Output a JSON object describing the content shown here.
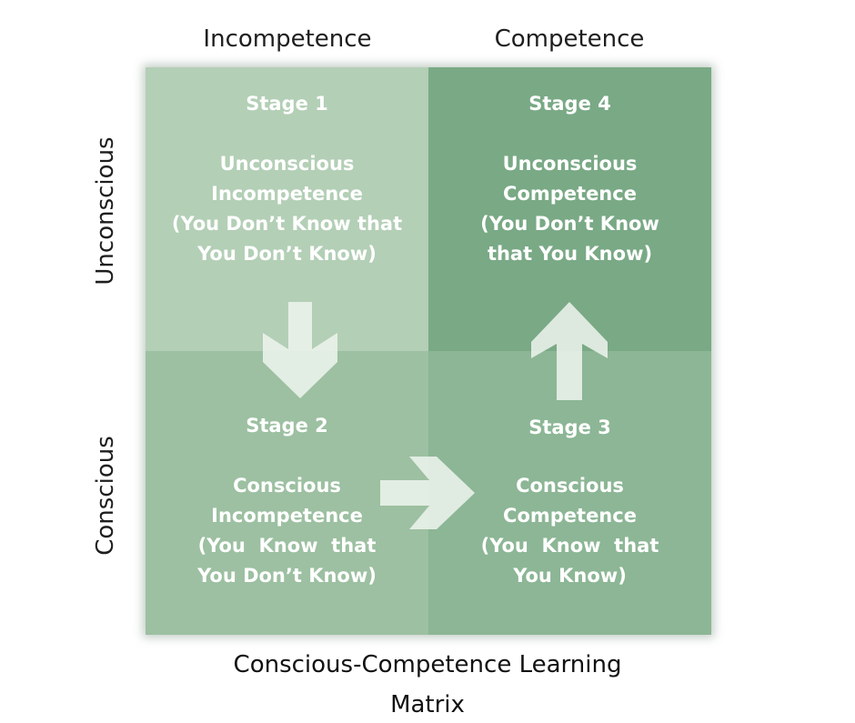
{
  "columns": [
    "Incompetence",
    "Competence"
  ],
  "rows": [
    "Unconscious",
    "Conscious"
  ],
  "quadrants": {
    "stage1": {
      "title": "Stage 1",
      "lines": [
        "Unconscious",
        "Incompetence",
        "(You Don’t Know that",
        "You Don’t Know)"
      ]
    },
    "stage4": {
      "title": "Stage 4",
      "lines": [
        "Unconscious",
        "Competence",
        "(You Don’t Know",
        "that You Know)"
      ]
    },
    "stage2": {
      "title": "Stage 2",
      "lines": [
        "Conscious",
        "Incompetence",
        "(You  Know  that",
        "You Don’t Know)"
      ]
    },
    "stage3": {
      "title": "Stage 3",
      "lines": [
        "Conscious",
        "Competence",
        "(You  Know  that",
        "You Know)"
      ]
    }
  },
  "caption": [
    "Conscious-Competence Learning",
    "Matrix"
  ],
  "colors": {
    "stage1_bg": "#b3cfb6",
    "stage4_bg": "#79a985",
    "stage2_bg": "#9cc0a1",
    "stage3_bg": "#8cb695",
    "arrow": "#eef5ef",
    "text": "#ffffff"
  },
  "icons": [
    "arrow-down-icon",
    "arrow-right-icon",
    "arrow-up-icon"
  ]
}
